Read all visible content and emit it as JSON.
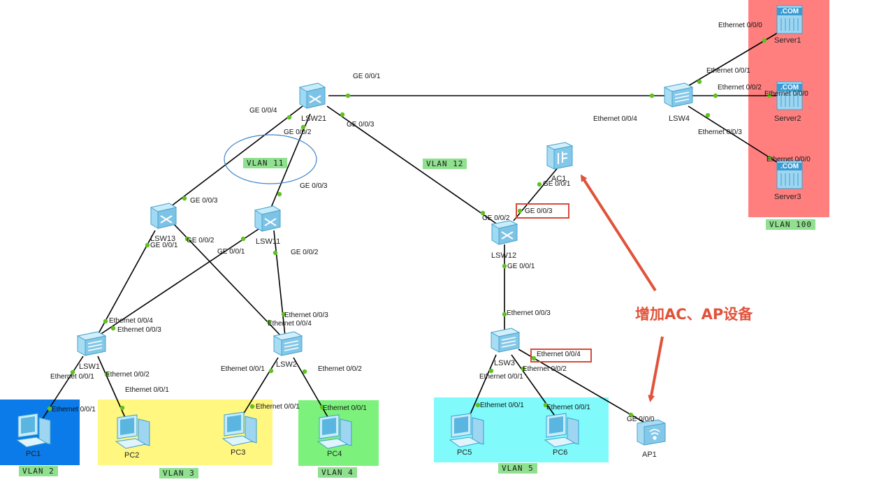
{
  "colors": {
    "vlan2": "#0a7be8",
    "vlan3": "#fff780",
    "vlan4": "#7cf27c",
    "vlan5": "#80fafa",
    "vlan100": "#ff7f7f",
    "vlan_tag": "#8fe08f",
    "link": "#000000",
    "port_dot": "#5fc21e",
    "annotation": "#e0533a",
    "ellipse": "#3d84c9",
    "device": "#7ec8ea"
  },
  "devices": {
    "lsw21": "LSW21",
    "lsw13": "LSW13",
    "lsw11": "LSW11",
    "lsw12": "LSW12",
    "lsw1": "LSW1",
    "lsw2": "LSW2",
    "lsw3": "LSW3",
    "lsw4": "LSW4",
    "ac1": "AC1",
    "ap1": "AP1",
    "pc1": "PC1",
    "pc2": "PC2",
    "pc3": "PC3",
    "pc4": "PC4",
    "pc5": "PC5",
    "pc6": "PC6",
    "server1": "Server1",
    "server2": "Server2",
    "server3": "Server3",
    "server_badge": ".COM"
  },
  "vlans": {
    "v2": "VLAN 2",
    "v3": "VLAN 3",
    "v4": "VLAN 4",
    "v5": "VLAN 5",
    "v11": "VLAN 11",
    "v12": "VLAN 12",
    "v100": "VLAN 100"
  },
  "ports": {
    "lsw21_g1": "GE 0/0/1",
    "lsw21_g4": "GE 0/0/4",
    "lsw21_g2": "GE 0/0/2",
    "lsw21_g3": "GE 0/0/3",
    "lsw13_g3": "GE 0/0/3",
    "lsw13_g1": "GE 0/0/1",
    "lsw13_g2": "GE 0/0/2",
    "lsw11_g3": "GE 0/0/3",
    "lsw11_g1": "GE 0/0/1",
    "lsw11_g2": "GE 0/0/2",
    "lsw12_g2": "GE 0/0/2",
    "lsw12_g3": "GE 0/0/3",
    "lsw12_g1": "GE 0/0/1",
    "ac1_g1": "GE 0/0/1",
    "lsw4_e1": "Ethernet 0/0/1",
    "lsw4_e2": "Ethernet 0/0/2",
    "lsw4_e3": "Ethernet 0/0/3",
    "lsw4_e4": "Ethernet 0/0/4",
    "s1_e0": "Ethernet 0/0/0",
    "s2_e0": "Ethernet 0/0/0",
    "s3_e0": "Ethernet 0/0/0",
    "lsw1_e4": "Ethernet 0/0/4",
    "lsw1_e3": "Ethernet 0/0/3",
    "lsw1_e1": "Ethernet 0/0/1",
    "lsw1_e2": "Ethernet 0/0/2",
    "lsw2_e3": "Ethernet 0/0/3",
    "lsw2_e4": "Ethernet 0/0/4",
    "lsw2_e1": "Ethernet 0/0/1",
    "lsw2_e2": "Ethernet 0/0/2",
    "lsw3_e3": "Ethernet 0/0/3",
    "lsw3_e4": "Ethernet 0/0/4",
    "lsw3_e1": "Ethernet 0/0/1",
    "lsw3_e2": "Ethernet 0/0/2",
    "pc1_e1": "Ethernet 0/0/1",
    "pc2_e1": "Ethernet 0/0/1",
    "pc3_e1": "Ethernet 0/0/1",
    "pc4_e1": "Ethernet 0/0/1",
    "pc5_e1": "Ethernet 0/0/1",
    "pc6_e1": "Ethernet 0/0/1",
    "ap1_g0": "GE 0/0/0"
  },
  "annotation": {
    "text": "增加AC、AP设备"
  }
}
